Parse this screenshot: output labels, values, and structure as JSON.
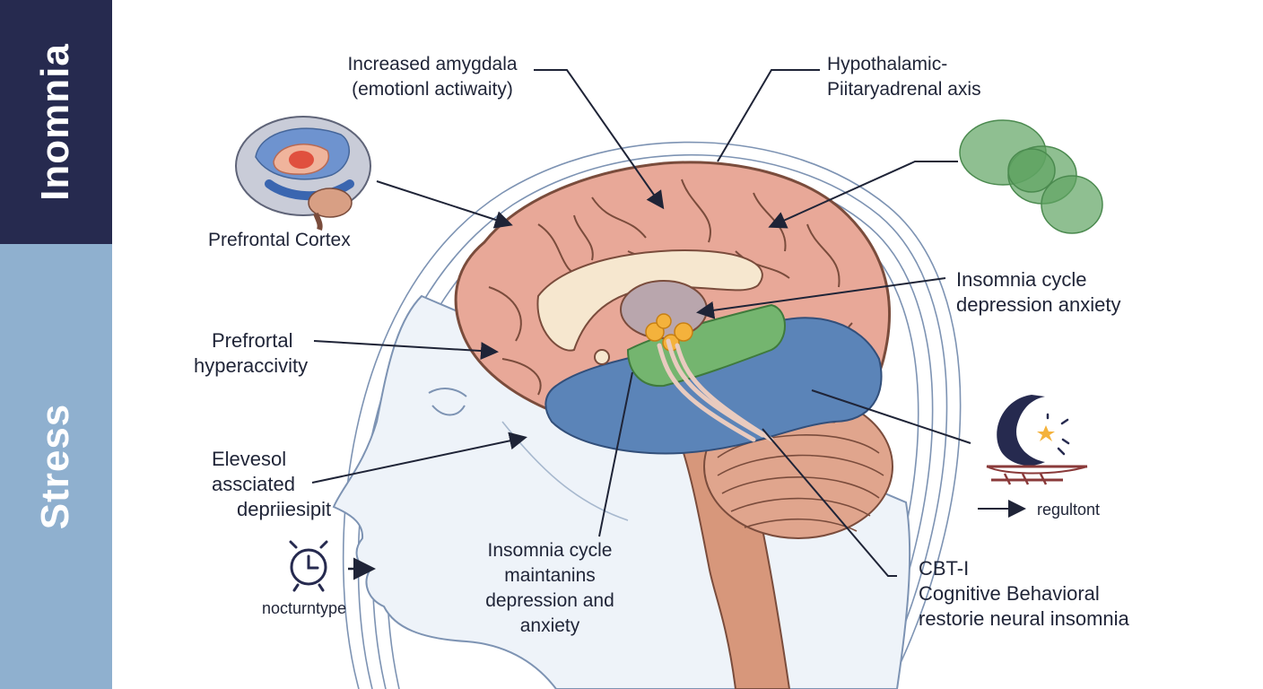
{
  "sidebar": {
    "top_label": "Inomnia",
    "bottom_label": "Stress"
  },
  "labels": {
    "amygdala": [
      "Increased amygdala",
      "(emotionl actiwaity)"
    ],
    "hpa": [
      "Hypothalamic-",
      "Piitaryadrenal axis"
    ],
    "prefrontal_cortex": "Prefrontal Cortex",
    "cycle_right": [
      "Insomnia cycle",
      "depression anxiety"
    ],
    "prefrontal_hyper": [
      "Prefrortal",
      "hyperaccivity"
    ],
    "elevesol": [
      "Elevesol",
      "assciated",
      "depriiesipit"
    ],
    "cycle_bottom": [
      "Insomnia cycle",
      "maintanins",
      "depression and",
      "anxiety"
    ],
    "cbt": [
      "CBT-I",
      "Cognitive Behavioral",
      "restorie neural insomnia"
    ],
    "regultont": "regultont",
    "nocturntype": "nocturntype"
  },
  "icons": [
    "brain-thumbnail-icon",
    "hpa-gland-icon",
    "moon-sleep-icon",
    "alarm-clock-icon",
    "arrow-right-icon"
  ],
  "colors": {
    "band_top": "#262a4f",
    "band_bottom": "#8fb0cf",
    "cortex": "#e8a898",
    "brainstem_region": "#5b84b8",
    "limbic_green": "#74b56f",
    "corpus_callosum": "#f6e7cf",
    "hotspot": "#f4b23c",
    "gland_green": "#5fa463"
  }
}
